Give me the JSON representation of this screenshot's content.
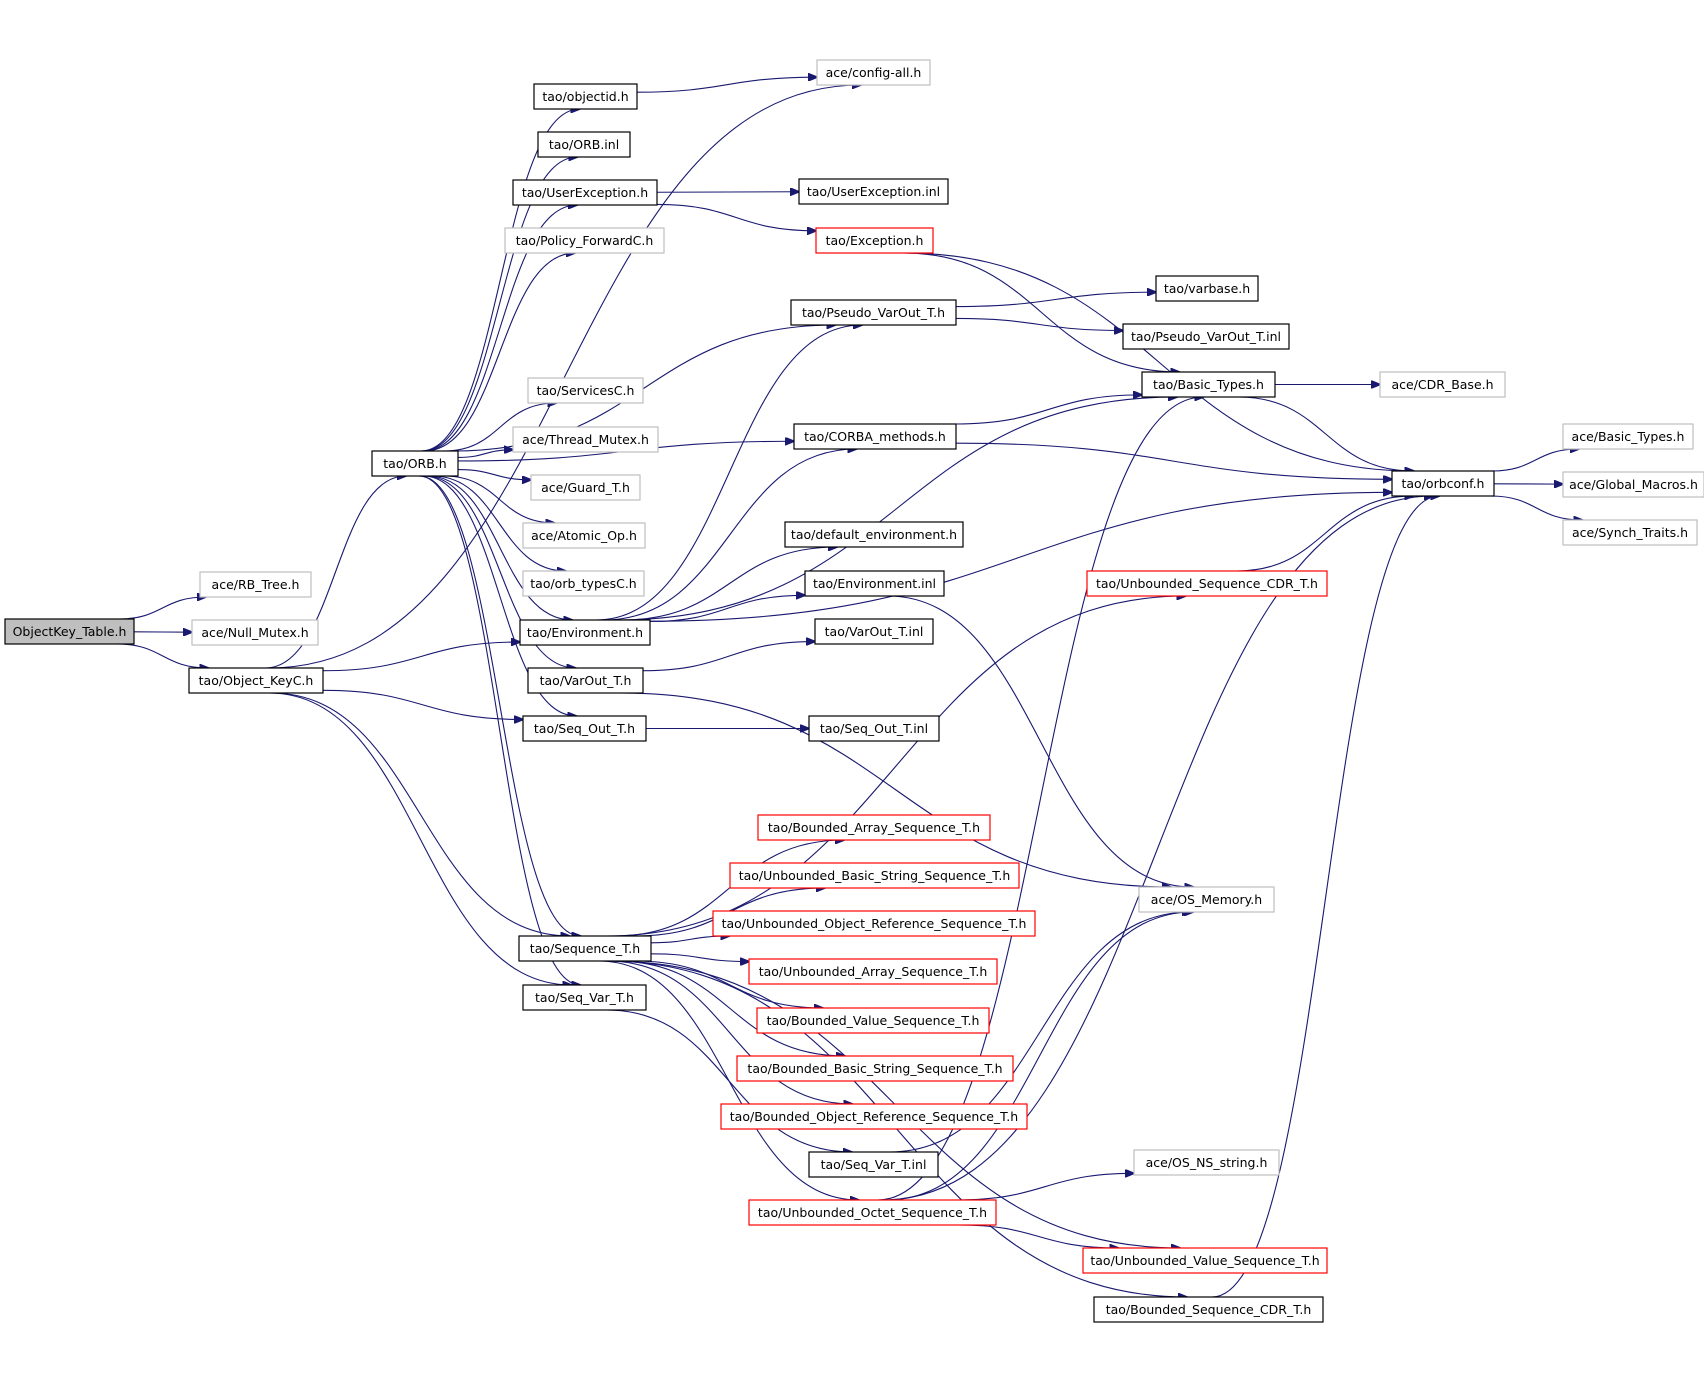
{
  "colors": {
    "edge": "#191970",
    "border_normal": "#000000",
    "border_external": "#bfbfbf",
    "border_truncated": "#ff0000",
    "root_fill": "#bfbfbf",
    "node_fill": "#ffffff"
  },
  "nodes": [
    {
      "id": "root",
      "label": "ObjectKey_Table.h",
      "kind": "root"
    },
    {
      "id": "rbtree",
      "label": "ace/RB_Tree.h",
      "kind": "external"
    },
    {
      "id": "nullmutex",
      "label": "ace/Null_Mutex.h",
      "kind": "external"
    },
    {
      "id": "objkeyc",
      "label": "tao/Object_KeyC.h",
      "kind": "normal"
    },
    {
      "id": "orbh",
      "label": "tao/ORB.h",
      "kind": "normal"
    },
    {
      "id": "configall",
      "label": "ace/config-all.h",
      "kind": "external"
    },
    {
      "id": "objectid",
      "label": "tao/objectid.h",
      "kind": "normal"
    },
    {
      "id": "orbinl",
      "label": "tao/ORB.inl",
      "kind": "normal"
    },
    {
      "id": "userexc",
      "label": "tao/UserException.h",
      "kind": "normal"
    },
    {
      "id": "userexcinl",
      "label": "tao/UserException.inl",
      "kind": "normal"
    },
    {
      "id": "exception",
      "label": "tao/Exception.h",
      "kind": "truncated"
    },
    {
      "id": "policyfwd",
      "label": "tao/Policy_ForwardC.h",
      "kind": "external"
    },
    {
      "id": "pseudovarout",
      "label": "tao/Pseudo_VarOut_T.h",
      "kind": "normal"
    },
    {
      "id": "varbase",
      "label": "tao/varbase.h",
      "kind": "normal"
    },
    {
      "id": "pseudovaroutinl",
      "label": "tao/Pseudo_VarOut_T.inl",
      "kind": "normal"
    },
    {
      "id": "basictypes",
      "label": "tao/Basic_Types.h",
      "kind": "normal"
    },
    {
      "id": "cdrbase",
      "label": "ace/CDR_Base.h",
      "kind": "external"
    },
    {
      "id": "servicesc",
      "label": "tao/ServicesC.h",
      "kind": "external"
    },
    {
      "id": "threadmutex",
      "label": "ace/Thread_Mutex.h",
      "kind": "external"
    },
    {
      "id": "corbamethods",
      "label": "tao/CORBA_methods.h",
      "kind": "normal"
    },
    {
      "id": "guardt",
      "label": "ace/Guard_T.h",
      "kind": "external"
    },
    {
      "id": "orbconf",
      "label": "tao/orbconf.h",
      "kind": "normal"
    },
    {
      "id": "acebasictypes",
      "label": "ace/Basic_Types.h",
      "kind": "external"
    },
    {
      "id": "globalmacros",
      "label": "ace/Global_Macros.h",
      "kind": "external"
    },
    {
      "id": "synchtraits",
      "label": "ace/Synch_Traits.h",
      "kind": "external"
    },
    {
      "id": "atomicop",
      "label": "ace/Atomic_Op.h",
      "kind": "external"
    },
    {
      "id": "defaultenv",
      "label": "tao/default_environment.h",
      "kind": "normal"
    },
    {
      "id": "orbtypesc",
      "label": "tao/orb_typesC.h",
      "kind": "external"
    },
    {
      "id": "envinl",
      "label": "tao/Environment.inl",
      "kind": "normal"
    },
    {
      "id": "unbseqcdr",
      "label": "tao/Unbounded_Sequence_CDR_T.h",
      "kind": "truncated"
    },
    {
      "id": "environment",
      "label": "tao/Environment.h",
      "kind": "normal"
    },
    {
      "id": "varoutinl",
      "label": "tao/VarOut_T.inl",
      "kind": "normal"
    },
    {
      "id": "varout",
      "label": "tao/VarOut_T.h",
      "kind": "normal"
    },
    {
      "id": "seqout",
      "label": "tao/Seq_Out_T.h",
      "kind": "normal"
    },
    {
      "id": "seqoutinl",
      "label": "tao/Seq_Out_T.inl",
      "kind": "normal"
    },
    {
      "id": "bndarrseq",
      "label": "tao/Bounded_Array_Sequence_T.h",
      "kind": "truncated"
    },
    {
      "id": "unbbasicstr",
      "label": "tao/Unbounded_Basic_String_Sequence_T.h",
      "kind": "truncated"
    },
    {
      "id": "osmemory",
      "label": "ace/OS_Memory.h",
      "kind": "external"
    },
    {
      "id": "unbobjref",
      "label": "tao/Unbounded_Object_Reference_Sequence_T.h",
      "kind": "truncated"
    },
    {
      "id": "sequence",
      "label": "tao/Sequence_T.h",
      "kind": "normal"
    },
    {
      "id": "unbarr",
      "label": "tao/Unbounded_Array_Sequence_T.h",
      "kind": "truncated"
    },
    {
      "id": "seqvar",
      "label": "tao/Seq_Var_T.h",
      "kind": "normal"
    },
    {
      "id": "bndval",
      "label": "tao/Bounded_Value_Sequence_T.h",
      "kind": "truncated"
    },
    {
      "id": "bndbasicstr",
      "label": "tao/Bounded_Basic_String_Sequence_T.h",
      "kind": "truncated"
    },
    {
      "id": "bndobjref",
      "label": "tao/Bounded_Object_Reference_Sequence_T.h",
      "kind": "truncated"
    },
    {
      "id": "seqvarinl",
      "label": "tao/Seq_Var_T.inl",
      "kind": "normal"
    },
    {
      "id": "osnsstring",
      "label": "ace/OS_NS_string.h",
      "kind": "external"
    },
    {
      "id": "unboctet",
      "label": "tao/Unbounded_Octet_Sequence_T.h",
      "kind": "truncated"
    },
    {
      "id": "unbval",
      "label": "tao/Unbounded_Value_Sequence_T.h",
      "kind": "truncated"
    },
    {
      "id": "bndseqcdr",
      "label": "tao/Bounded_Sequence_CDR_T.h",
      "kind": "normal"
    }
  ],
  "edges": [
    [
      "root",
      "rbtree"
    ],
    [
      "root",
      "nullmutex"
    ],
    [
      "root",
      "objkeyc"
    ],
    [
      "objkeyc",
      "orbh"
    ],
    [
      "objkeyc",
      "configall"
    ],
    [
      "objkeyc",
      "environment"
    ],
    [
      "objkeyc",
      "seqout"
    ],
    [
      "objkeyc",
      "sequence"
    ],
    [
      "objkeyc",
      "seqvar"
    ],
    [
      "orbh",
      "objectid"
    ],
    [
      "orbh",
      "orbinl"
    ],
    [
      "orbh",
      "userexc"
    ],
    [
      "orbh",
      "policyfwd"
    ],
    [
      "orbh",
      "pseudovarout"
    ],
    [
      "orbh",
      "corbamethods"
    ],
    [
      "orbh",
      "servicesc"
    ],
    [
      "orbh",
      "threadmutex"
    ],
    [
      "orbh",
      "guardt"
    ],
    [
      "orbh",
      "atomicop"
    ],
    [
      "orbh",
      "orbtypesc"
    ],
    [
      "orbh",
      "environment"
    ],
    [
      "orbh",
      "varout"
    ],
    [
      "orbh",
      "seqout"
    ],
    [
      "orbh",
      "sequence"
    ],
    [
      "orbh",
      "seqvar"
    ],
    [
      "objectid",
      "configall"
    ],
    [
      "userexc",
      "userexcinl"
    ],
    [
      "userexc",
      "exception"
    ],
    [
      "exception",
      "basictypes"
    ],
    [
      "exception",
      "orbconf"
    ],
    [
      "pseudovarout",
      "varbase"
    ],
    [
      "pseudovarout",
      "pseudovaroutinl"
    ],
    [
      "basictypes",
      "cdrbase"
    ],
    [
      "basictypes",
      "orbconf"
    ],
    [
      "corbamethods",
      "basictypes"
    ],
    [
      "corbamethods",
      "orbconf"
    ],
    [
      "orbconf",
      "acebasictypes"
    ],
    [
      "orbconf",
      "globalmacros"
    ],
    [
      "orbconf",
      "synchtraits"
    ],
    [
      "environment",
      "pseudovarout"
    ],
    [
      "environment",
      "basictypes"
    ],
    [
      "environment",
      "corbamethods"
    ],
    [
      "environment",
      "orbconf"
    ],
    [
      "environment",
      "defaultenv"
    ],
    [
      "environment",
      "envinl"
    ],
    [
      "envinl",
      "osmemory"
    ],
    [
      "varout",
      "varoutinl"
    ],
    [
      "varout",
      "osmemory"
    ],
    [
      "seqout",
      "seqoutinl"
    ],
    [
      "sequence",
      "unbseqcdr"
    ],
    [
      "sequence",
      "bndarrseq"
    ],
    [
      "sequence",
      "unbbasicstr"
    ],
    [
      "sequence",
      "unbobjref"
    ],
    [
      "sequence",
      "unbarr"
    ],
    [
      "sequence",
      "bndval"
    ],
    [
      "sequence",
      "bndbasicstr"
    ],
    [
      "sequence",
      "bndobjref"
    ],
    [
      "sequence",
      "unboctet"
    ],
    [
      "sequence",
      "unbval"
    ],
    [
      "sequence",
      "bndseqcdr"
    ],
    [
      "unbseqcdr",
      "orbconf"
    ],
    [
      "seqvar",
      "seqvarinl"
    ],
    [
      "seqvarinl",
      "osmemory"
    ],
    [
      "unboctet",
      "osnsstring"
    ],
    [
      "unboctet",
      "osmemory"
    ],
    [
      "unboctet",
      "basictypes"
    ],
    [
      "unboctet",
      "orbconf"
    ],
    [
      "unboctet",
      "unbval"
    ],
    [
      "bndseqcdr",
      "orbconf"
    ]
  ]
}
